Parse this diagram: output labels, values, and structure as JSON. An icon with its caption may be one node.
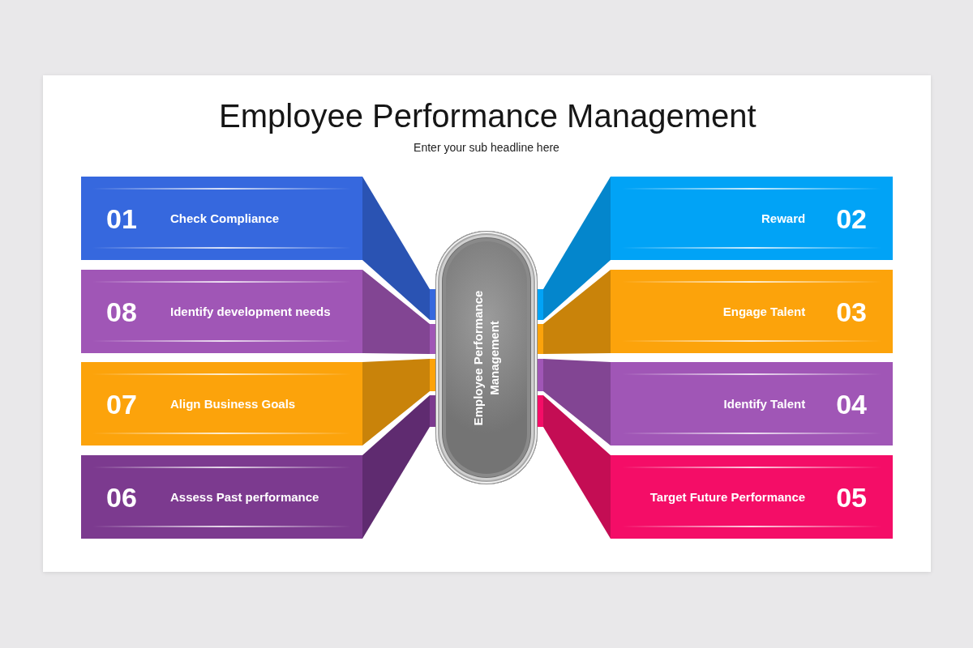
{
  "diagram": {
    "title": "Employee Performance Management",
    "nodes": [
      {
        "text": [
          "01",
          "Check Compliance"
        ]
      },
      {
        "text": [
          "Reward",
          "02"
        ]
      },
      {
        "text": [
          "Engage Talent",
          "03"
        ]
      },
      {
        "text": [
          "Identify Talent",
          "04"
        ]
      },
      {
        "text": [
          "Target Future Performance",
          "05"
        ]
      },
      {
        "text": [
          "06",
          "Assess Past performance"
        ]
      },
      {
        "text": [
          "07",
          "Align Business Goals"
        ]
      },
      {
        "text": [
          "08",
          "Identify development needs"
        ]
      },
      {
        "text": [
          "Employee Performance Management"
        ]
      }
    ],
    "labels": [
      "Enter your sub headline here"
    ]
  }
}
